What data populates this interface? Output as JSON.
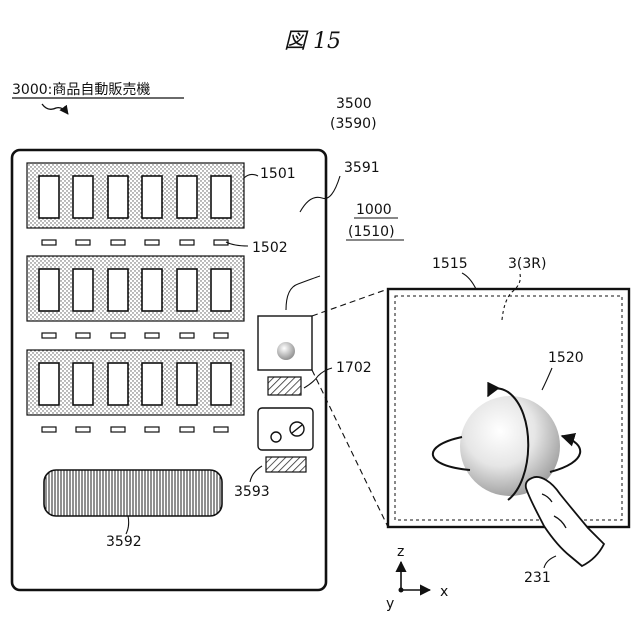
{
  "figure": {
    "title": "図 15",
    "subject_label": "3000:商品自動販売機"
  },
  "labels": {
    "l3500": "3500",
    "l3590": "(3590)",
    "l3591": "3591",
    "l1501": "1501",
    "l1502": "1502",
    "l1000": "1000",
    "l1510": "(1510)",
    "l1702": "1702",
    "l3593": "3593",
    "l3592": "3592",
    "l1515": "1515",
    "l3": "3(3R)",
    "l1520": "1520",
    "l231": "231"
  },
  "axes": {
    "z": "z",
    "x": "x",
    "y": "y"
  },
  "colors": {
    "line": "#111111",
    "shelf_dots": "#555555",
    "hatch": "#333333",
    "ball_light": "#f4f4f4",
    "ball_dark": "#9a9a9a"
  }
}
